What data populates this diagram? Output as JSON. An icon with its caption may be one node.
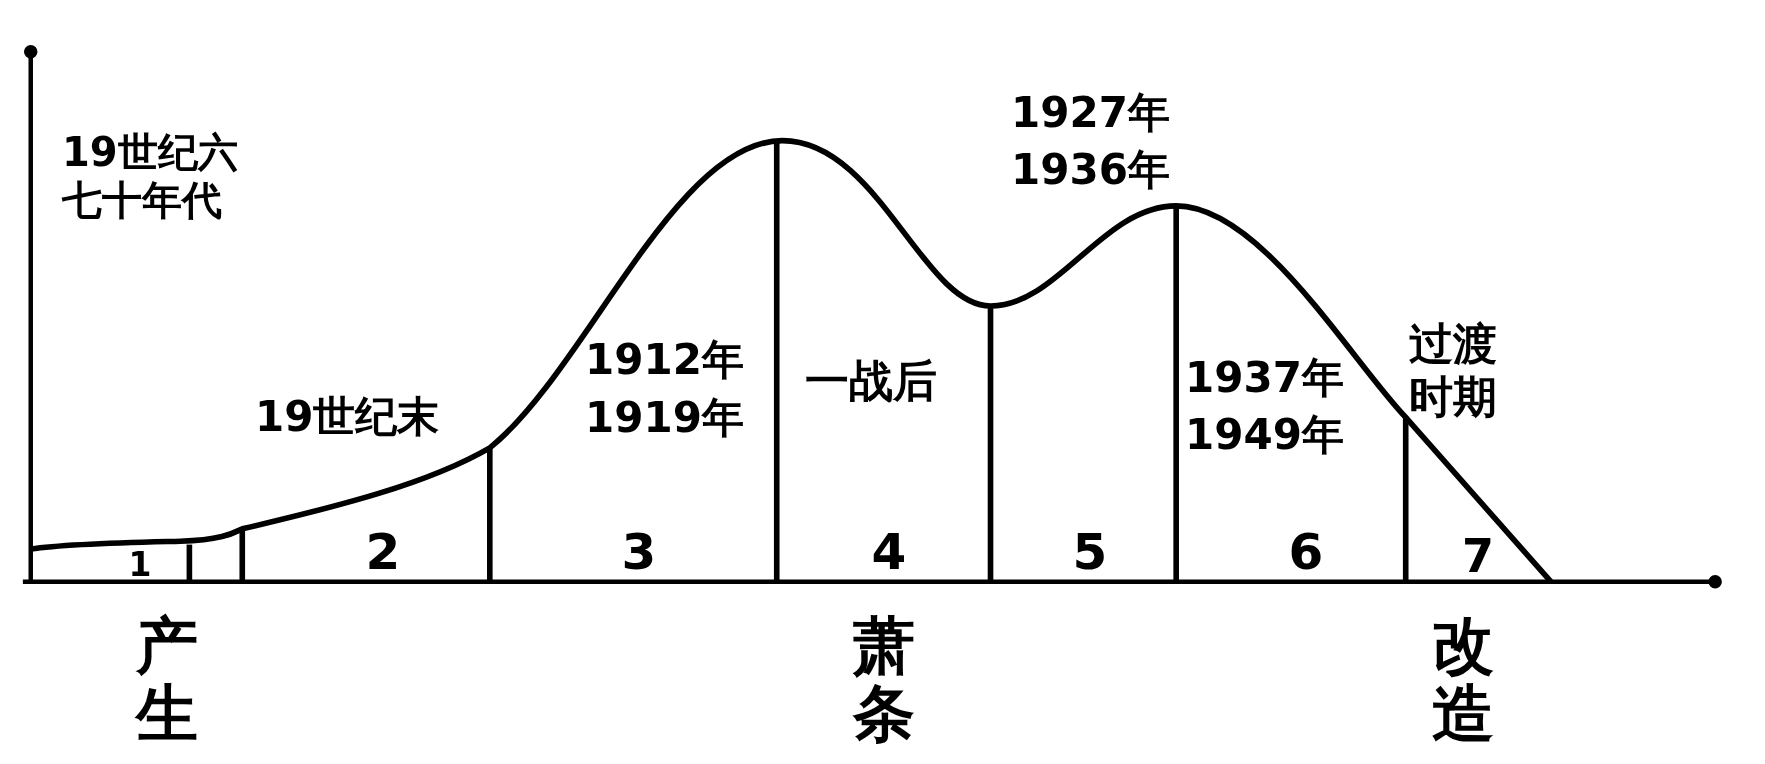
{
  "diagram": {
    "labels": [
      "19世纪六七十年代",
      "19世纪末",
      "1912年",
      "1919年",
      "一战后",
      "1927年",
      "1936年",
      "1937年",
      "1949年",
      "过渡时期",
      "1",
      "2",
      "3",
      "4",
      "5",
      "6",
      "7",
      "产生",
      "萧条",
      "改造"
    ]
  }
}
